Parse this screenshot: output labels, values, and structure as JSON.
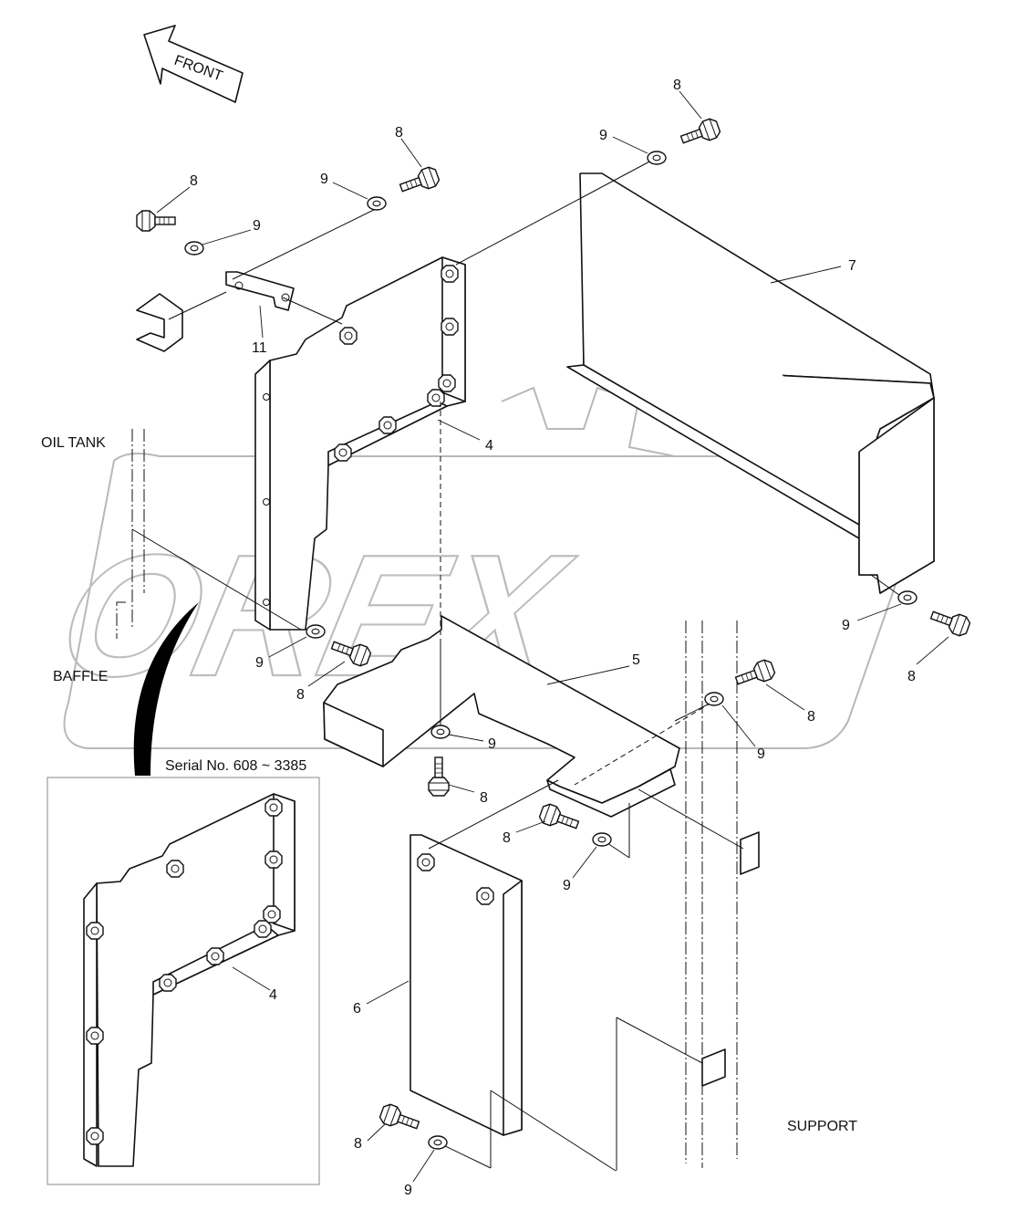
{
  "title": "",
  "labels": {
    "front": "FRONT",
    "oil_tank": "OIL TANK",
    "baffle": "BAFFLE",
    "support": "SUPPORT",
    "serial": "Serial No. 608 ~ 3385"
  },
  "watermark": "OREX",
  "callouts": {
    "c8_a": "8",
    "c8_b": "8",
    "c8_c": "8",
    "c8_d": "8",
    "c8_e": "8",
    "c8_f": "8",
    "c8_g": "8",
    "c8_h": "8",
    "c8_i": "8",
    "c9_a": "9",
    "c9_b": "9",
    "c9_c": "9",
    "c9_d": "9",
    "c9_e": "9",
    "c9_f": "9",
    "c9_g": "9",
    "c9_h": "9",
    "c9_i": "9",
    "c11": "11",
    "c4": "4",
    "c4_inset": "4",
    "c7": "7",
    "c5": "5",
    "c6": "6"
  }
}
